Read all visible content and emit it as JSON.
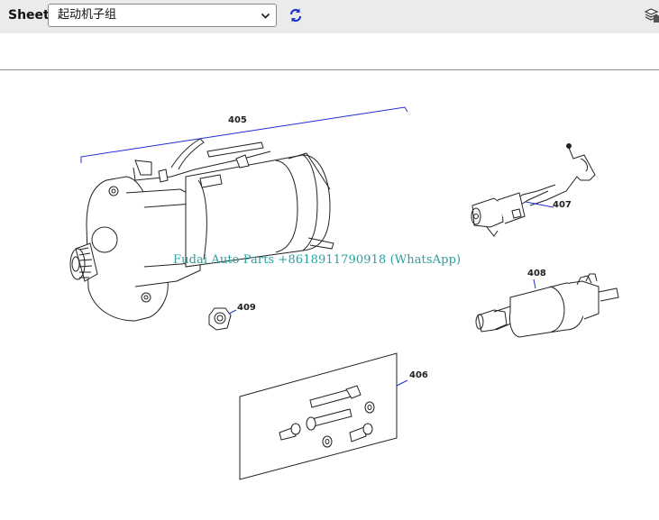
{
  "toolbar": {
    "sheet_label": "Sheet",
    "sheet_selected": "起动机子组",
    "refresh_icon": "refresh-icon",
    "menu_icon": "layers-icon"
  },
  "diagram": {
    "callouts": {
      "c405": "405",
      "c406": "406",
      "c407": "407",
      "c408": "408",
      "c409": "409"
    },
    "watermark": "Fudai Auto Parts +8618911790918 (WhatsApp)",
    "colors": {
      "leader": "#1f2bd6",
      "line": "#222222",
      "watermark": "#2b9e9e"
    }
  }
}
